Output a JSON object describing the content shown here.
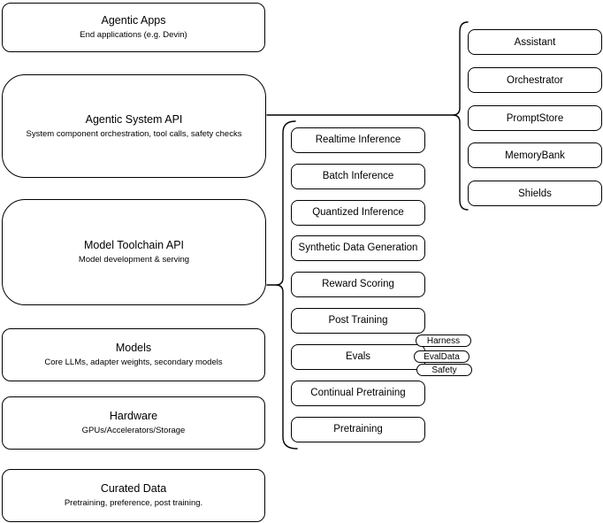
{
  "diagram": {
    "left_stack": [
      {
        "title": "Agentic Apps",
        "subtitle": "End applications (e.g. Devin)"
      },
      {
        "title": "Agentic System API",
        "subtitle": "System component orchestration, tool calls, safety checks"
      },
      {
        "title": "Model Toolchain API",
        "subtitle": "Model development & serving"
      },
      {
        "title": "Models",
        "subtitle": "Core LLMs, adapter weights, secondary models"
      },
      {
        "title": "Hardware",
        "subtitle": "GPUs/Accelerators/Storage"
      },
      {
        "title": "Curated Data",
        "subtitle": "Pretraining, preference, post training."
      }
    ],
    "toolchain_services": [
      "Realtime Inference",
      "Batch Inference",
      "Quantized Inference",
      "Synthetic Data Generation",
      "Reward Scoring",
      "Post Training",
      "Evals",
      "Continual Pretraining",
      "Pretraining"
    ],
    "evals_tags": [
      "Harness",
      "EvalData",
      "Safety"
    ],
    "system_components": [
      "Assistant",
      "Orchestrator",
      "PromptStore",
      "MemoryBank",
      "Shields"
    ],
    "colors": {
      "line": "#000000",
      "background": "#ffffff",
      "text": "#000000"
    }
  }
}
